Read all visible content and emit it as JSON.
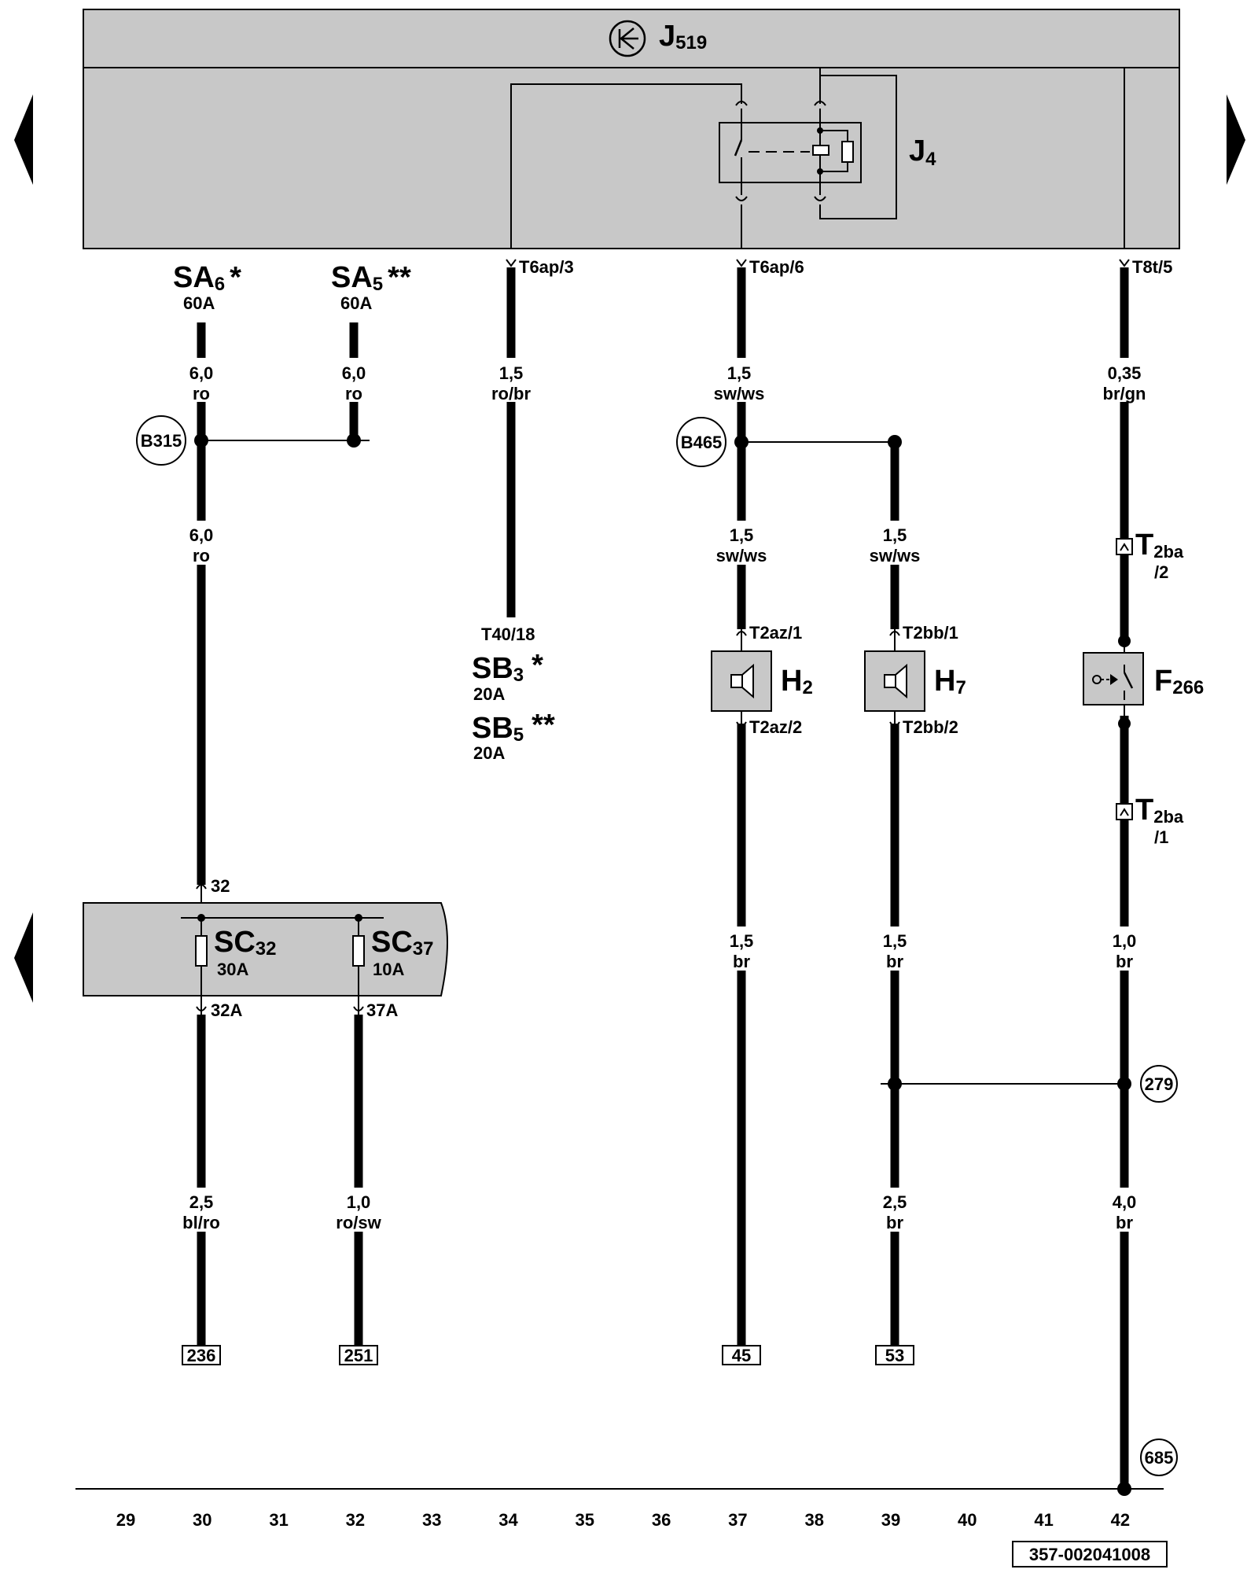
{
  "components": {
    "j519": {
      "letter": "J",
      "sub": "519"
    },
    "j4": {
      "letter": "J",
      "sub": "4"
    },
    "sa6": {
      "letter": "SA",
      "sub": "6",
      "note": "*",
      "rating": "60A"
    },
    "sa5": {
      "letter": "SA",
      "sub": "5",
      "note": "**",
      "rating": "60A"
    },
    "sb3": {
      "letter": "SB",
      "sub": "3",
      "note": "*",
      "rating": "20A"
    },
    "sb5": {
      "letter": "SB",
      "sub": "5",
      "note": "**",
      "rating": "20A"
    },
    "sc32": {
      "letter": "SC",
      "sub": "32",
      "rating": "30A"
    },
    "sc37": {
      "letter": "SC",
      "sub": "37",
      "rating": "10A"
    },
    "h2": {
      "letter": "H",
      "sub": "2"
    },
    "h7": {
      "letter": "H",
      "sub": "7"
    },
    "f266": {
      "letter": "F",
      "sub": "266"
    },
    "t2ba_2": {
      "letter": "T",
      "sub": "2ba",
      "pin": "/2"
    },
    "t2ba_1": {
      "letter": "T",
      "sub": "2ba",
      "pin": "/1"
    }
  },
  "connectors": {
    "t6ap3": "T6ap/3",
    "t6ap6": "T6ap/6",
    "t8t5": "T8t/5",
    "t40_18": "T40/18",
    "t2az1": "T2az/1",
    "t2az2": "T2az/2",
    "t2bb1": "T2bb/1",
    "t2bb2": "T2bb/2",
    "p32": "32",
    "p32a": "32A",
    "p37a": "37A"
  },
  "wires": {
    "w1": {
      "gauge": "6,0",
      "color": "ro"
    },
    "w2": {
      "gauge": "6,0",
      "color": "ro"
    },
    "w3": {
      "gauge": "6,0",
      "color": "ro"
    },
    "w4": {
      "gauge": "1,5",
      "color": "ro/br"
    },
    "w5": {
      "gauge": "1,5",
      "color": "sw/ws"
    },
    "w6": {
      "gauge": "1,5",
      "color": "sw/ws"
    },
    "w7": {
      "gauge": "1,5",
      "color": "sw/ws"
    },
    "w8": {
      "gauge": "0,35",
      "color": "br/gn"
    },
    "w9": {
      "gauge": "2,5",
      "color": "bl/ro"
    },
    "w10": {
      "gauge": "1,0",
      "color": "ro/sw"
    },
    "w11": {
      "gauge": "1,5",
      "color": "br"
    },
    "w12": {
      "gauge": "1,5",
      "color": "br"
    },
    "w13": {
      "gauge": "1,0",
      "color": "br"
    },
    "w14": {
      "gauge": "2,5",
      "color": "br"
    },
    "w15": {
      "gauge": "4,0",
      "color": "br"
    }
  },
  "junctions": {
    "b315": "B315",
    "b465": "B465",
    "g279": "279",
    "g685": "685"
  },
  "references": {
    "r236": "236",
    "r251": "251",
    "r45": "45",
    "r53": "53"
  },
  "columns": [
    "29",
    "30",
    "31",
    "32",
    "33",
    "34",
    "35",
    "36",
    "37",
    "38",
    "39",
    "40",
    "41",
    "42"
  ],
  "drawing_id": "357-002041008",
  "colors": {
    "module_fill": "#c8c8c8",
    "line": "#000000"
  }
}
